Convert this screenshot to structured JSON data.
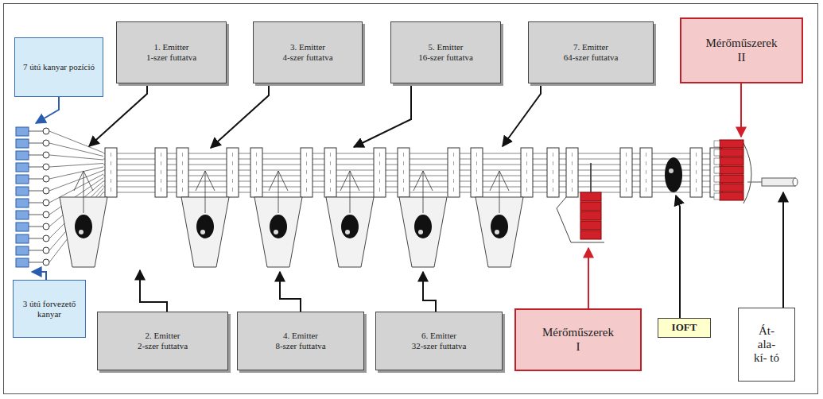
{
  "diagram": {
    "nodes": [
      {
        "text": [
          "7 útú kanyar pozíció"
        ]
      },
      {
        "text": [
          "1. Emitter",
          "1-szer futtatva"
        ]
      },
      {
        "text": [
          "3. Emitter",
          "4-szer futtatva"
        ]
      },
      {
        "text": [
          "5. Emitter",
          "16-szer futtatva"
        ]
      },
      {
        "text": [
          "7. Emitter",
          "64-szer futtatva"
        ]
      },
      {
        "text": [
          "Mérőműszerek",
          "II"
        ]
      },
      {
        "text": [
          "3 útú forvezető kanyar"
        ]
      },
      {
        "text": [
          "2. Emitter",
          "2-szer futtatva"
        ]
      },
      {
        "text": [
          "4. Emitter",
          "8-szer futtatva"
        ]
      },
      {
        "text": [
          "6. Emitter",
          "32-szer futtatva"
        ]
      },
      {
        "text": [
          "Mérőműszerek",
          "I"
        ]
      },
      {
        "text": [
          "IOFT"
        ]
      },
      {
        "text": [
          "Át- ala- kí- tó"
        ]
      }
    ]
  }
}
